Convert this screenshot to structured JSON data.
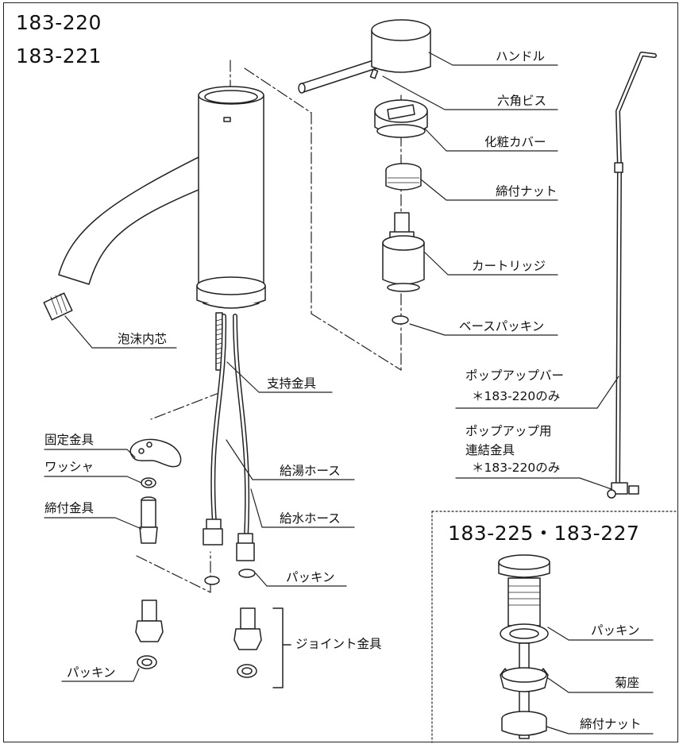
{
  "models": [
    "183-220",
    "183-221"
  ],
  "inset_title": "183-225・183-227",
  "labels": {
    "handle": "ハンドル",
    "hex_screw": "六角ビス",
    "cosmetic_cover": "化粧カバー",
    "tightening_nut_top": "締付ナット",
    "cartridge": "カートリッジ",
    "base_packing": "ベースパッキン",
    "aerator_core": "泡沫内芯",
    "support_fitting": "支持金具",
    "fixing_fitting": "固定金具",
    "washer": "ワッシャ",
    "tightening_fitting": "締付金具",
    "hot_hose": "給湯ホース",
    "cold_hose": "給水ホース",
    "packing_mid": "パッキン",
    "joint_fitting": "ジョイント金具",
    "packing_bottom": "パッキン",
    "popup_bar": "ポップアップバー",
    "popup_bar_note": "＊183-220のみ",
    "popup_link_line1": "ポップアップ用",
    "popup_link_line2": "連結金具",
    "popup_link_note": "＊183-220のみ",
    "inset_packing": "パッキン",
    "inset_rosette": "菊座",
    "inset_nut": "締付ナット"
  }
}
